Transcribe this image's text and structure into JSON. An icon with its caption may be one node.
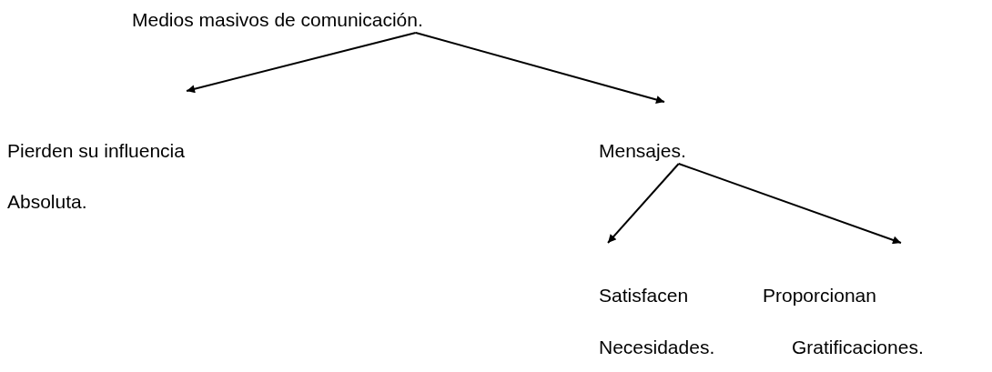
{
  "diagram": {
    "nodes": [
      {
        "text": [
          "Medios masivos de comunicación."
        ]
      },
      {
        "text": [
          "Pierden su influencia",
          "Absoluta."
        ]
      },
      {
        "text": [
          "Mensajes."
        ]
      },
      {
        "text": [
          "Satisfacen",
          "Necesidades."
        ]
      },
      {
        "text": [
          "Proporcionan",
          "Gratificaciones."
        ]
      }
    ],
    "edges": [
      {
        "from": 0,
        "to": 1,
        "arrow": "to"
      },
      {
        "from": 0,
        "to": 2,
        "arrow": "to"
      },
      {
        "from": 2,
        "to": 3,
        "arrow": "to"
      },
      {
        "from": 2,
        "to": 4,
        "arrow": "to"
      }
    ]
  }
}
